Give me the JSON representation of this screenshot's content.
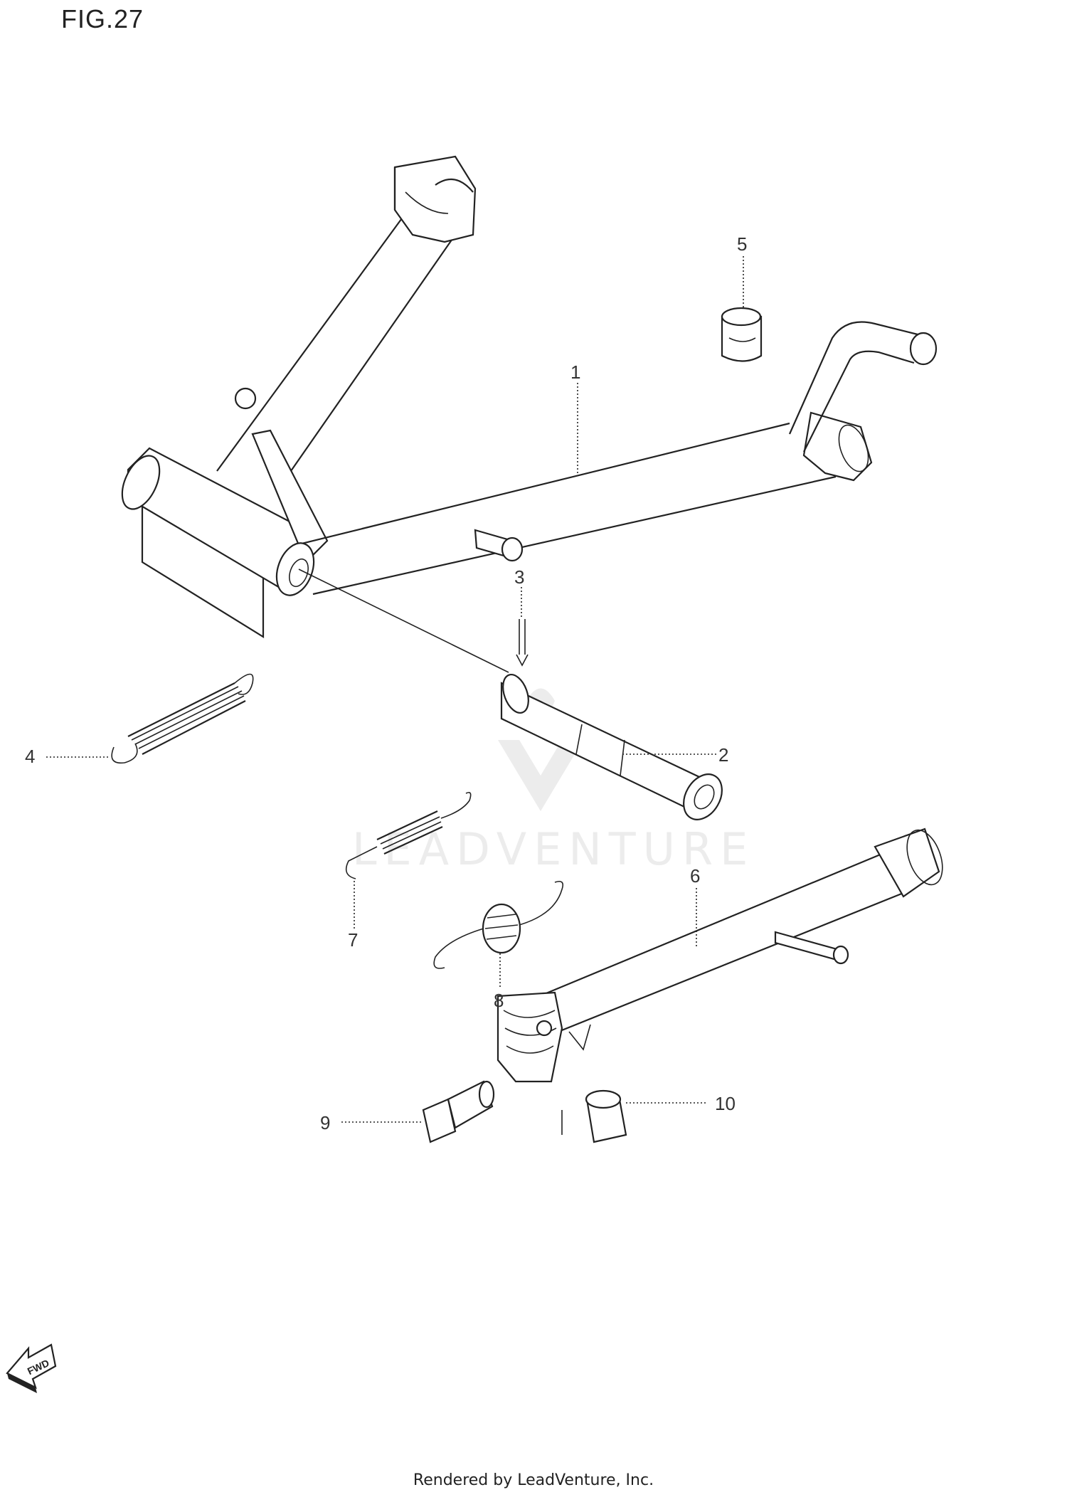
{
  "figure": {
    "title": "FIG.27",
    "footer": "Rendered by LeadVenture, Inc.",
    "watermark": "LEADVENTURE",
    "direction_badge": "FWD",
    "callouts": [
      {
        "id": "callout-1",
        "label": "1"
      },
      {
        "id": "callout-2",
        "label": "2"
      },
      {
        "id": "callout-3",
        "label": "3"
      },
      {
        "id": "callout-4",
        "label": "4"
      },
      {
        "id": "callout-5",
        "label": "5"
      },
      {
        "id": "callout-6",
        "label": "6"
      },
      {
        "id": "callout-7",
        "label": "7"
      },
      {
        "id": "callout-8",
        "label": "8"
      },
      {
        "id": "callout-9",
        "label": "9"
      },
      {
        "id": "callout-10",
        "label": "10"
      }
    ]
  },
  "colors": {
    "line": "#222222",
    "background": "#ffffff",
    "watermark": "#ececec"
  }
}
